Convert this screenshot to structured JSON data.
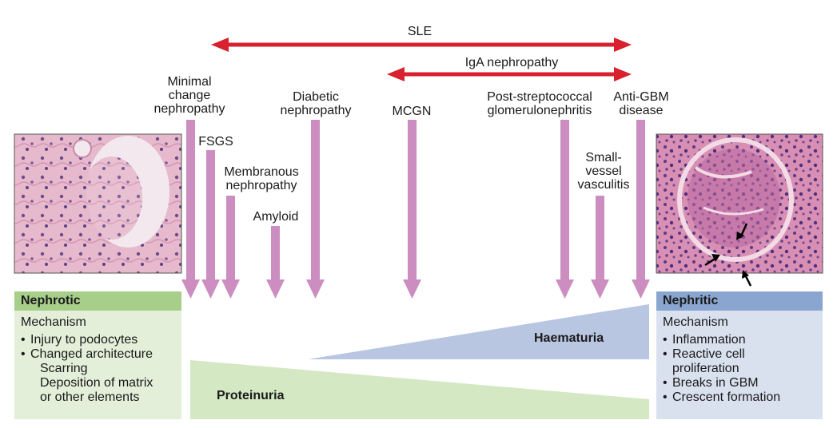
{
  "top_arrows": {
    "sle": "SLE",
    "iga": "IgA nephropathy"
  },
  "diseases": {
    "minimal_change": "Minimal\nchange\nnephropathy",
    "fsgs": "FSGS",
    "membranous": "Membranous\nnephropathy",
    "amyloid": "Amyloid",
    "diabetic": "Diabetic\nnephropathy",
    "mcgn": "MCGN",
    "post_strep": "Post-streptococcal\nglomerulonephritis",
    "small_vessel": "Small-\nvessel\nvasculitis",
    "anti_gbm": "Anti-GBM\ndisease"
  },
  "nephrotic": {
    "title": "Nephrotic",
    "mechanism": "Mechanism",
    "items": [
      "Injury to podocytes",
      "Changed architecture"
    ],
    "sub_items": [
      "Scarring",
      "Deposition of matrix",
      "or other elements"
    ]
  },
  "nephritic": {
    "title": "Nephritic",
    "mechanism": "Mechanism",
    "items": [
      "Inflammation",
      "Reactive cell",
      "Breaks in GBM",
      "Crescent formation"
    ],
    "item_continuation": "proliferation"
  },
  "gradients": {
    "haematuria": "Haematuria",
    "proteinuria": "Proteinuria"
  },
  "images": {
    "left": "glomerulus-micrograph-nephrotic",
    "right": "glomerulus-micrograph-nephritic-crescent"
  },
  "colors": {
    "red_arrow": "#d9202e",
    "disease_arrow": "#cc8ec0",
    "nephrotic_header": "#a7cf8a",
    "nephrotic_body": "#e4efda",
    "nephritic_header": "#8aa6d0",
    "nephritic_body": "#d9e1ef",
    "proteinuria_fill": "#d4e8c4",
    "haematuria_fill": "#b9c6e2"
  }
}
